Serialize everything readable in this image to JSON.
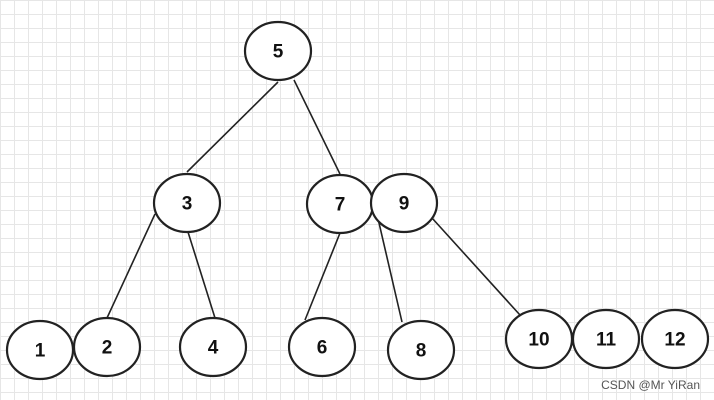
{
  "diagram": {
    "nodes": [
      {
        "id": "n5",
        "label": "5"
      },
      {
        "id": "n3",
        "label": "3"
      },
      {
        "id": "n7",
        "label": "7"
      },
      {
        "id": "n9",
        "label": "9"
      },
      {
        "id": "n1",
        "label": "1"
      },
      {
        "id": "n2",
        "label": "2"
      },
      {
        "id": "n4",
        "label": "4"
      },
      {
        "id": "n6",
        "label": "6"
      },
      {
        "id": "n8",
        "label": "8"
      },
      {
        "id": "n10",
        "label": "10"
      },
      {
        "id": "n11",
        "label": "11"
      },
      {
        "id": "n12",
        "label": "12"
      }
    ],
    "edges": [
      {
        "from": "n5",
        "to": "n3"
      },
      {
        "from": "n5",
        "to": "n7"
      },
      {
        "from": "n3",
        "to": "n2"
      },
      {
        "from": "n3",
        "to": "n4"
      },
      {
        "from": "n7",
        "to": "n6"
      },
      {
        "from": "n9",
        "to": "n8"
      },
      {
        "from": "n9",
        "to": "n10"
      }
    ]
  },
  "watermark": "CSDN @Mr YiRan"
}
